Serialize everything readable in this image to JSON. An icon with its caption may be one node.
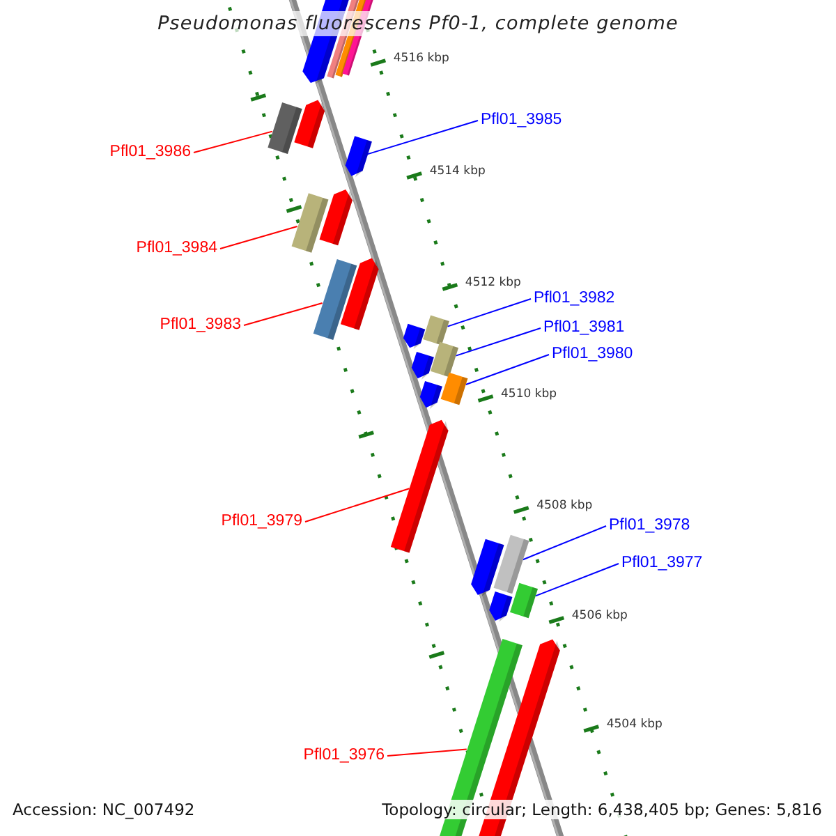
{
  "diagram": {
    "title": "Pseudomonas fluorescens Pf0-1, complete genome",
    "nodes": [
      {
        "text": [
          "Pfl01_3985"
        ]
      },
      {
        "text": [],
        "shape": "arrow"
      },
      {
        "text": [
          "Pfl01_3986"
        ]
      },
      {
        "text": [],
        "shape": "box"
      },
      {
        "text": [
          "Pfl01_3984"
        ]
      },
      {
        "text": [],
        "shape": "box"
      },
      {
        "text": [
          "Pfl01_3983"
        ]
      },
      {
        "text": [],
        "shape": "box"
      },
      {
        "text": [
          "Pfl01_3982"
        ]
      },
      {
        "text": [],
        "shape": "box"
      },
      {
        "text": [
          "Pfl01_3981"
        ]
      },
      {
        "text": [],
        "shape": "box"
      },
      {
        "text": [
          "Pfl01_3980"
        ]
      },
      {
        "text": [],
        "shape": "box"
      },
      {
        "text": [
          "Pfl01_3979"
        ]
      },
      {
        "text": [],
        "shape": "arrow"
      },
      {
        "text": [
          "Pfl01_3978"
        ]
      },
      {
        "text": [],
        "shape": "box"
      },
      {
        "text": [
          "Pfl01_3977"
        ]
      },
      {
        "text": [],
        "shape": "box"
      },
      {
        "text": [
          "Pfl01_3976"
        ]
      },
      {
        "text": [],
        "shape": "box"
      }
    ],
    "edges": [
      {
        "from": 0,
        "to": 1,
        "arrow": "none"
      },
      {
        "from": 2,
        "to": 3,
        "arrow": "none",
        "color": "#ff0000"
      },
      {
        "from": 4,
        "to": 5,
        "arrow": "none",
        "color": "#ff0000"
      },
      {
        "from": 6,
        "to": 7,
        "arrow": "none",
        "color": "#ff0000"
      },
      {
        "from": 8,
        "to": 9,
        "arrow": "none"
      },
      {
        "from": 10,
        "to": 11,
        "arrow": "none"
      },
      {
        "from": 12,
        "to": 13,
        "arrow": "none"
      },
      {
        "from": 14,
        "to": 15,
        "arrow": "none",
        "color": "#ff0000"
      },
      {
        "from": 16,
        "to": 17,
        "arrow": "none"
      },
      {
        "from": 18,
        "to": 19,
        "arrow": "none"
      },
      {
        "from": 20,
        "to": 21,
        "arrow": "none",
        "color": "#ff0000"
      }
    ],
    "labels": [
      "4516 kbp",
      "4514 kbp",
      "4512 kbp",
      "4510 kbp",
      "4508 kbp",
      "4506 kbp",
      "4504 kbp",
      "Accession: NC_007492",
      "Topology: circular; Length: 6,438,405 bp; Genes: 5,816"
    ]
  }
}
